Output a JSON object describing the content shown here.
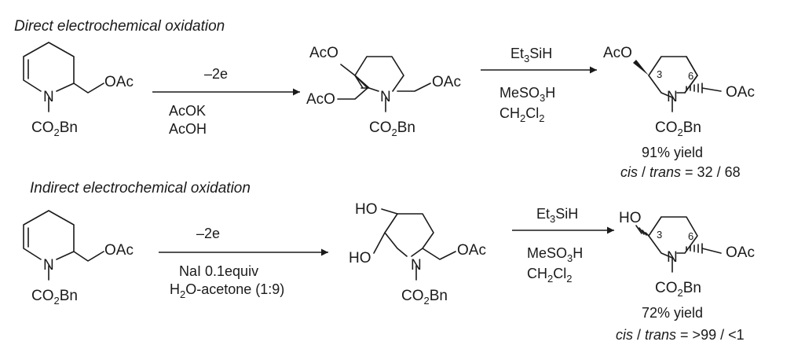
{
  "headings": {
    "direct": "Direct electrochemical oxidation",
    "indirect": "Indirect electrochemical oxidation"
  },
  "atoms": {
    "N": "N",
    "OAc": "OAc",
    "AcO": "AcO",
    "HO": "HO",
    "CO": "CO",
    "sub2": "2",
    "Bn": "Bn"
  },
  "reagents": {
    "electrons": "–2e",
    "acok": "AcOK",
    "acoh": "AcOH",
    "nai": "NaI 0.1equiv",
    "h2o_pre": "H",
    "h2o_post": "O-acetone (1:9)",
    "silane": "Et",
    "silane_post": "SiH",
    "sub3": "3",
    "meso3h_pre": "MeSO",
    "meso3h_post": "H",
    "ch2cl2_a": "CH",
    "ch2cl2_b": "Cl"
  },
  "locants": {
    "c3": "3",
    "c6": "6"
  },
  "results": {
    "direct_yield": "91% yield",
    "direct_ratio_a": "cis",
    "direct_ratio_b": " / ",
    "direct_ratio_c": "trans",
    "direct_ratio_d": " = 32 / 68",
    "indirect_yield": "72% yield",
    "indirect_ratio_a": "cis",
    "indirect_ratio_b": " / ",
    "indirect_ratio_c": "trans",
    "indirect_ratio_d": " = >99 / <1"
  }
}
